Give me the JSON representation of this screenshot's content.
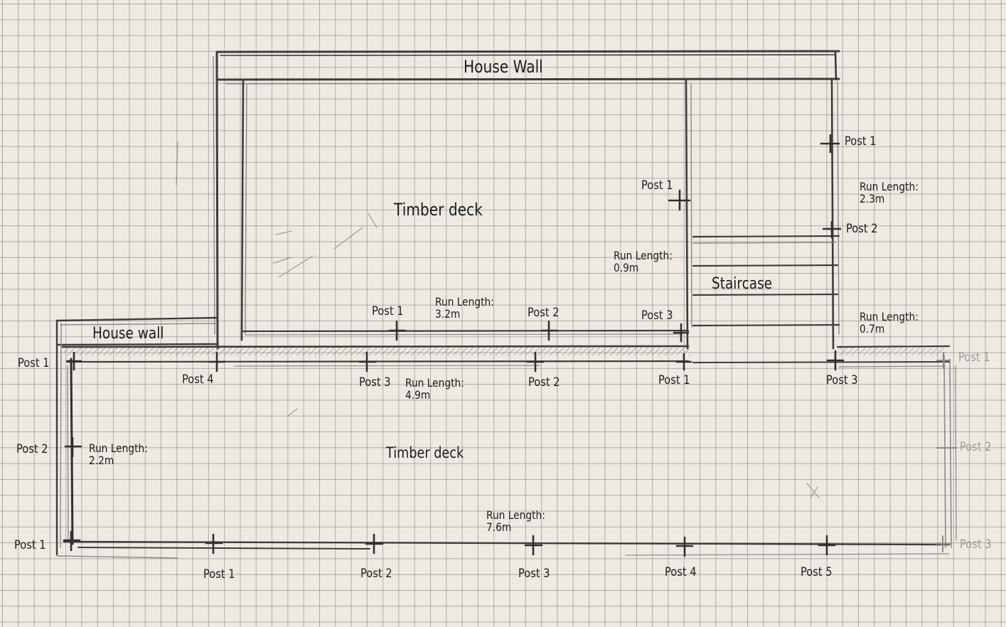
{
  "labels": {
    "house_wall_top": "House Wall",
    "house_wall_left": "House wall",
    "timber_deck_upper": "Timber deck",
    "timber_deck_lower": "Timber deck",
    "staircase": "Staircase"
  },
  "posts": {
    "stair_left_post1": "Post 1",
    "stair_left_post3": "Post 3",
    "stair_right_post1": "Post 1",
    "stair_right_post2": "Post 2",
    "upper_rail_post1": "Post 1",
    "upper_rail_post2": "Post 2",
    "mid_post1_left": "Post 1",
    "mid_post4": "Post 4",
    "mid_post3": "Post 3",
    "mid_post2": "Post 2",
    "mid_post1_stair": "Post 1",
    "mid_post3_right": "Post 3",
    "far_right_top": "Post 1",
    "left_post2": "Post 2",
    "far_right_mid": "Post 2",
    "bottom_left_post1": "Post 1",
    "bottom_post1": "Post 1",
    "bottom_post2": "Post 2",
    "bottom_post3": "Post 3",
    "bottom_post4": "Post 4",
    "bottom_post5": "Post 5",
    "far_right_bottom": "Post 3"
  },
  "runs": {
    "stair_left": {
      "title": "Run Length:",
      "value": "0.9m"
    },
    "stair_right_top": {
      "title": "Run Length:",
      "value": "2.3m"
    },
    "stair_right_bottom": {
      "title": "Run Length:",
      "value": "0.7m"
    },
    "upper_rail": {
      "title": "Run Length:",
      "value": "3.2m"
    },
    "mid_rail": {
      "title": "Run Length:",
      "value": "4.9m"
    },
    "left_side": {
      "title": "Run Length:",
      "value": "2.2m"
    },
    "bottom_rail": {
      "title": "Run Length:",
      "value": "7.6m"
    }
  }
}
